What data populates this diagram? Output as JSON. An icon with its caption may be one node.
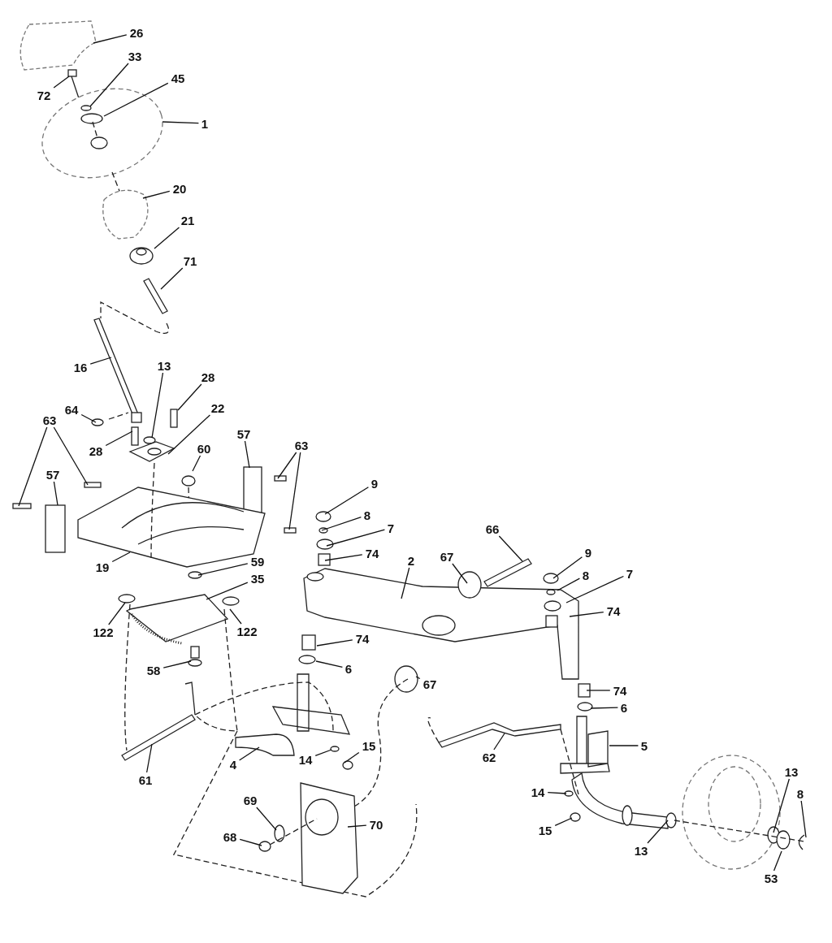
{
  "diagram": {
    "nodes": [
      {
        "text": [
          "26"
        ]
      },
      {
        "text": [
          "33"
        ]
      },
      {
        "text": [
          "45"
        ]
      },
      {
        "text": [
          "72"
        ]
      },
      {
        "text": [
          "1"
        ]
      },
      {
        "text": [
          "20"
        ]
      },
      {
        "text": [
          "21"
        ]
      },
      {
        "text": [
          "71"
        ]
      },
      {
        "text": [
          "16"
        ]
      },
      {
        "text": [
          "13"
        ]
      },
      {
        "text": [
          "28"
        ]
      },
      {
        "text": [
          "64"
        ]
      },
      {
        "text": [
          "22"
        ]
      },
      {
        "text": [
          "28"
        ]
      },
      {
        "text": [
          "63"
        ]
      },
      {
        "text": [
          "57"
        ]
      },
      {
        "text": [
          "63"
        ]
      },
      {
        "text": [
          "60"
        ]
      },
      {
        "text": [
          "57"
        ]
      },
      {
        "text": [
          "9"
        ]
      },
      {
        "text": [
          "8"
        ]
      },
      {
        "text": [
          "7"
        ]
      },
      {
        "text": [
          "74"
        ]
      },
      {
        "text": [
          "19"
        ]
      },
      {
        "text": [
          "59"
        ]
      },
      {
        "text": [
          "66"
        ]
      },
      {
        "text": [
          "67"
        ]
      },
      {
        "text": [
          "2"
        ]
      },
      {
        "text": [
          "9"
        ]
      },
      {
        "text": [
          "35"
        ]
      },
      {
        "text": [
          "8"
        ]
      },
      {
        "text": [
          "7"
        ]
      },
      {
        "text": [
          "122"
        ]
      },
      {
        "text": [
          "122"
        ]
      },
      {
        "text": [
          "74"
        ]
      },
      {
        "text": [
          "74"
        ]
      },
      {
        "text": [
          "6"
        ]
      },
      {
        "text": [
          "67"
        ]
      },
      {
        "text": [
          "58"
        ]
      },
      {
        "text": [
          "74"
        ]
      },
      {
        "text": [
          "6"
        ]
      },
      {
        "text": [
          "5"
        ]
      },
      {
        "text": [
          "61"
        ]
      },
      {
        "text": [
          "62"
        ]
      },
      {
        "text": [
          "4"
        ]
      },
      {
        "text": [
          "14"
        ]
      },
      {
        "text": [
          "15"
        ]
      },
      {
        "text": [
          "13"
        ]
      },
      {
        "text": [
          "8"
        ]
      },
      {
        "text": [
          "14"
        ]
      },
      {
        "text": [
          "15"
        ]
      },
      {
        "text": [
          "69"
        ]
      },
      {
        "text": [
          "70"
        ]
      },
      {
        "text": [
          "13"
        ]
      },
      {
        "text": [
          "68"
        ]
      },
      {
        "text": [
          "53"
        ]
      }
    ],
    "edges": [
      {
        "from": 0,
        "to": null,
        "arrow": "none"
      },
      {
        "from": 1,
        "to": null,
        "arrow": "none"
      },
      {
        "from": 2,
        "to": null,
        "arrow": "none"
      },
      {
        "from": 3,
        "to": null,
        "arrow": "none"
      },
      {
        "from": 4,
        "to": null,
        "arrow": "none"
      },
      {
        "from": 5,
        "to": null,
        "arrow": "none"
      },
      {
        "from": 6,
        "to": null,
        "arrow": "none"
      },
      {
        "from": 7,
        "to": null,
        "arrow": "none"
      },
      {
        "from": 8,
        "to": null,
        "arrow": "none"
      },
      {
        "from": 9,
        "to": null,
        "arrow": "none"
      },
      {
        "from": 10,
        "to": null,
        "arrow": "none"
      },
      {
        "from": 11,
        "to": null,
        "arrow": "none"
      },
      {
        "from": 12,
        "to": null,
        "arrow": "none"
      },
      {
        "from": 13,
        "to": null,
        "arrow": "none"
      },
      {
        "from": 14,
        "to": null,
        "arrow": "none"
      },
      {
        "from": 14,
        "to": null,
        "arrow": "none"
      },
      {
        "from": 15,
        "to": null,
        "arrow": "none"
      },
      {
        "from": 16,
        "to": null,
        "arrow": "none"
      },
      {
        "from": 16,
        "to": null,
        "arrow": "none"
      },
      {
        "from": 17,
        "to": null,
        "arrow": "none"
      },
      {
        "from": 18,
        "to": null,
        "arrow": "none"
      },
      {
        "from": 19,
        "to": null,
        "arrow": "none"
      },
      {
        "from": 20,
        "to": null,
        "arrow": "none"
      },
      {
        "from": 21,
        "to": null,
        "arrow": "none"
      },
      {
        "from": 22,
        "to": null,
        "arrow": "none"
      },
      {
        "from": 23,
        "to": null,
        "arrow": "none"
      },
      {
        "from": 24,
        "to": null,
        "arrow": "none"
      },
      {
        "from": 25,
        "to": null,
        "arrow": "none"
      },
      {
        "from": 26,
        "to": null,
        "arrow": "none"
      },
      {
        "from": 27,
        "to": null,
        "arrow": "none"
      },
      {
        "from": 28,
        "to": null,
        "arrow": "none"
      },
      {
        "from": 29,
        "to": null,
        "arrow": "none"
      },
      {
        "from": 30,
        "to": null,
        "arrow": "none"
      },
      {
        "from": 31,
        "to": null,
        "arrow": "none"
      },
      {
        "from": 32,
        "to": null,
        "arrow": "none"
      },
      {
        "from": 33,
        "to": null,
        "arrow": "none"
      },
      {
        "from": 34,
        "to": null,
        "arrow": "none"
      },
      {
        "from": 35,
        "to": null,
        "arrow": "none"
      },
      {
        "from": 36,
        "to": null,
        "arrow": "none"
      },
      {
        "from": 37,
        "to": null,
        "arrow": "none"
      },
      {
        "from": 38,
        "to": null,
        "arrow": "none"
      },
      {
        "from": 39,
        "to": null,
        "arrow": "none"
      },
      {
        "from": 40,
        "to": null,
        "arrow": "none"
      },
      {
        "from": 41,
        "to": null,
        "arrow": "none"
      },
      {
        "from": 42,
        "to": null,
        "arrow": "none"
      },
      {
        "from": 43,
        "to": null,
        "arrow": "none"
      },
      {
        "from": 44,
        "to": null,
        "arrow": "none"
      },
      {
        "from": 45,
        "to": null,
        "arrow": "none"
      },
      {
        "from": 46,
        "to": null,
        "arrow": "none"
      },
      {
        "from": 47,
        "to": null,
        "arrow": "none"
      },
      {
        "from": 48,
        "to": null,
        "arrow": "none"
      },
      {
        "from": 49,
        "to": null,
        "arrow": "none"
      },
      {
        "from": 50,
        "to": null,
        "arrow": "none"
      },
      {
        "from": 51,
        "to": null,
        "arrow": "none"
      },
      {
        "from": 52,
        "to": null,
        "arrow": "none"
      },
      {
        "from": 53,
        "to": null,
        "arrow": "none"
      },
      {
        "from": 54,
        "to": null,
        "arrow": "none"
      },
      {
        "from": 55,
        "to": null,
        "arrow": "none"
      }
    ]
  }
}
